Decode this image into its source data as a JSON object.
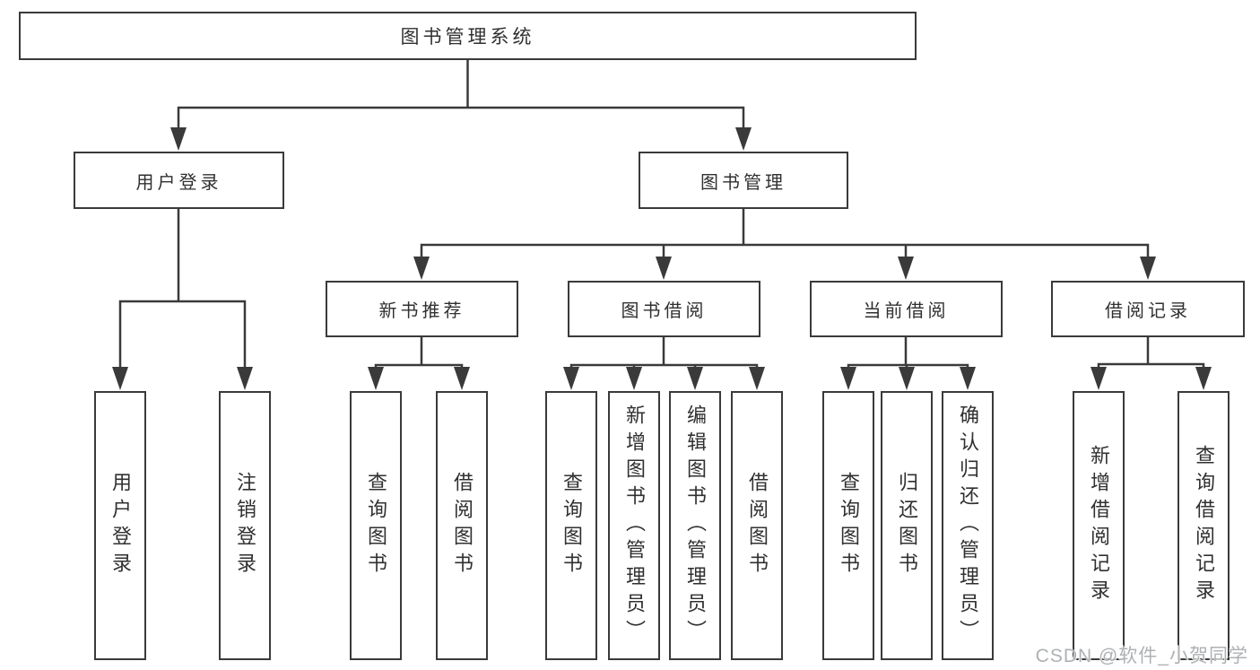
{
  "diagram": {
    "root": {
      "label": "图书管理系统"
    },
    "branches": [
      {
        "label": "用户登录",
        "children": [
          {
            "label": "用户登录"
          },
          {
            "label": "注销登录"
          }
        ]
      },
      {
        "label": "图书管理",
        "children": [
          {
            "label": "新书推荐",
            "children": [
              {
                "label": "查询图书"
              },
              {
                "label": "借阅图书"
              }
            ]
          },
          {
            "label": "图书借阅",
            "children": [
              {
                "label": "查询图书"
              },
              {
                "label": "新增图书（管理员）"
              },
              {
                "label": "编辑图书（管理员）"
              },
              {
                "label": "借阅图书"
              }
            ]
          },
          {
            "label": "当前借阅",
            "children": [
              {
                "label": "查询图书"
              },
              {
                "label": "归还图书"
              },
              {
                "label": "确认归还（管理员）"
              }
            ]
          },
          {
            "label": "借阅记录",
            "children": [
              {
                "label": "新增借阅记录"
              },
              {
                "label": "查询借阅记录"
              }
            ]
          }
        ]
      }
    ],
    "watermark": "CSDN @软件_小贺同学",
    "colors": {
      "line": "#3a3a3a",
      "text": "#303030",
      "watermark": "#aeb1b4",
      "background": "#ffffff"
    }
  }
}
